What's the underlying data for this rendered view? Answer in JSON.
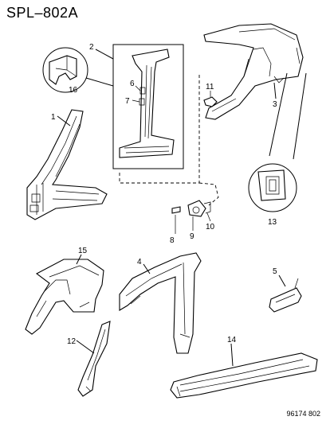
{
  "diagram": {
    "title": "SPL–802A",
    "footer_code": "96174 802",
    "callouts": {
      "c1": "1",
      "c2": "2",
      "c3": "3",
      "c4": "4",
      "c5": "5",
      "c6": "6",
      "c7": "7",
      "c8": "8",
      "c9": "9",
      "c10": "10",
      "c11": "11",
      "c12": "12",
      "c13": "13",
      "c14": "14",
      "c15": "15",
      "c16": "16"
    }
  }
}
